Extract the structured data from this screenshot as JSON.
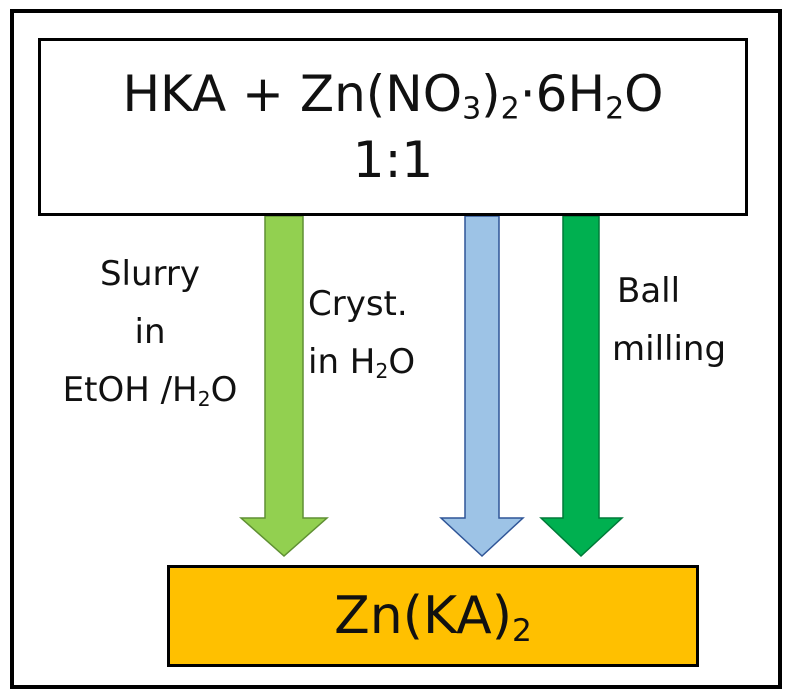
{
  "reactants": {
    "part1": "HKA + Zn(NO",
    "sub1": "3",
    "part2": ")",
    "sub2": "2",
    "part3": "·6H",
    "sub3": "2",
    "part4": "O",
    "ratio": "1:1"
  },
  "product": {
    "part1": "Zn(KA)",
    "sub1": "2"
  },
  "paths": [
    {
      "lines": [
        "Slurry",
        "in"
      ],
      "last_pre": "EtOH /H",
      "last_sub": "2",
      "last_post": "O",
      "color": "#92d050"
    },
    {
      "lines": [
        "Cryst."
      ],
      "last_pre": "in H",
      "last_sub": "2",
      "last_post": "O",
      "color": "#9dc3e6"
    },
    {
      "lines": [
        "Ball"
      ],
      "last_pre": "milling",
      "last_sub": "",
      "last_post": "",
      "color": "#00b050"
    }
  ],
  "colors": {
    "product_fill": "#ffc000",
    "border": "#000000"
  }
}
